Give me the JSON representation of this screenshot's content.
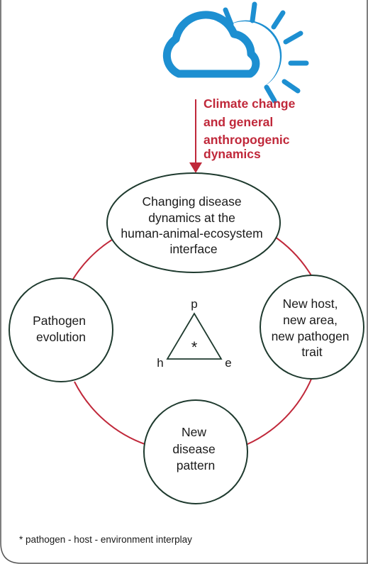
{
  "colors": {
    "accent_red": "#c0283a",
    "icon_blue": "#1d8fd1",
    "outline_dark": "#1e3a2e",
    "frame_gray": "#555555"
  },
  "icons": {
    "weather": "cloud-and-sun-icon"
  },
  "climate_label": {
    "lines": [
      "Climate change",
      "and general",
      "anthropogenic",
      "dynamics"
    ]
  },
  "nodes": {
    "top": {
      "lines": [
        "Changing disease",
        "dynamics at the",
        "human-animal-ecosystem",
        "interface"
      ]
    },
    "left": {
      "lines": [
        "Pathogen",
        "evolution"
      ]
    },
    "right": {
      "lines": [
        "New host,",
        "new area,",
        "new pathogen",
        "trait"
      ]
    },
    "bottom": {
      "lines": [
        "New",
        "disease",
        "pattern"
      ]
    }
  },
  "triangle": {
    "top_label": "p",
    "left_label": "h",
    "right_label": "e",
    "center_label": "*"
  },
  "footnote": "* pathogen - host - environment interplay"
}
